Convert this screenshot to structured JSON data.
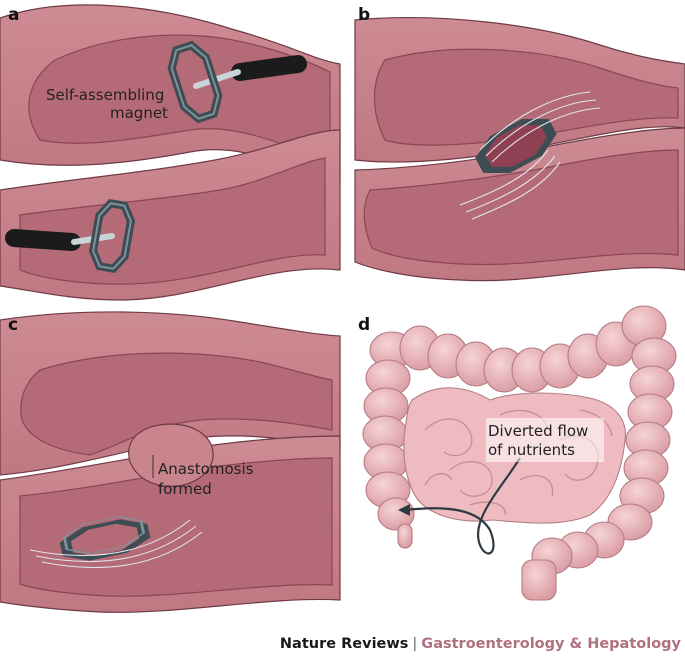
{
  "panels": {
    "a": {
      "letter": "a",
      "label_line1": "Self-assembling",
      "label_line2": "magnet"
    },
    "b": {
      "letter": "b"
    },
    "c": {
      "letter": "c",
      "label_line1": "Anastomosis",
      "label_line2": "formed"
    },
    "d": {
      "letter": "d",
      "label_line1": "Diverted flow",
      "label_line2": "of nutrients"
    }
  },
  "footer": {
    "publisher": "Nature Reviews",
    "separator": "|",
    "journal": "Gastroenterology & Hepatology"
  },
  "colors": {
    "tissue": "#c9848d",
    "tissue_dark": "#9d5a66",
    "mucosa": "#a85a6b",
    "magnet": "#4e5f66",
    "catheter": "#1b1b1b",
    "intestine": "#e6b4b8"
  }
}
